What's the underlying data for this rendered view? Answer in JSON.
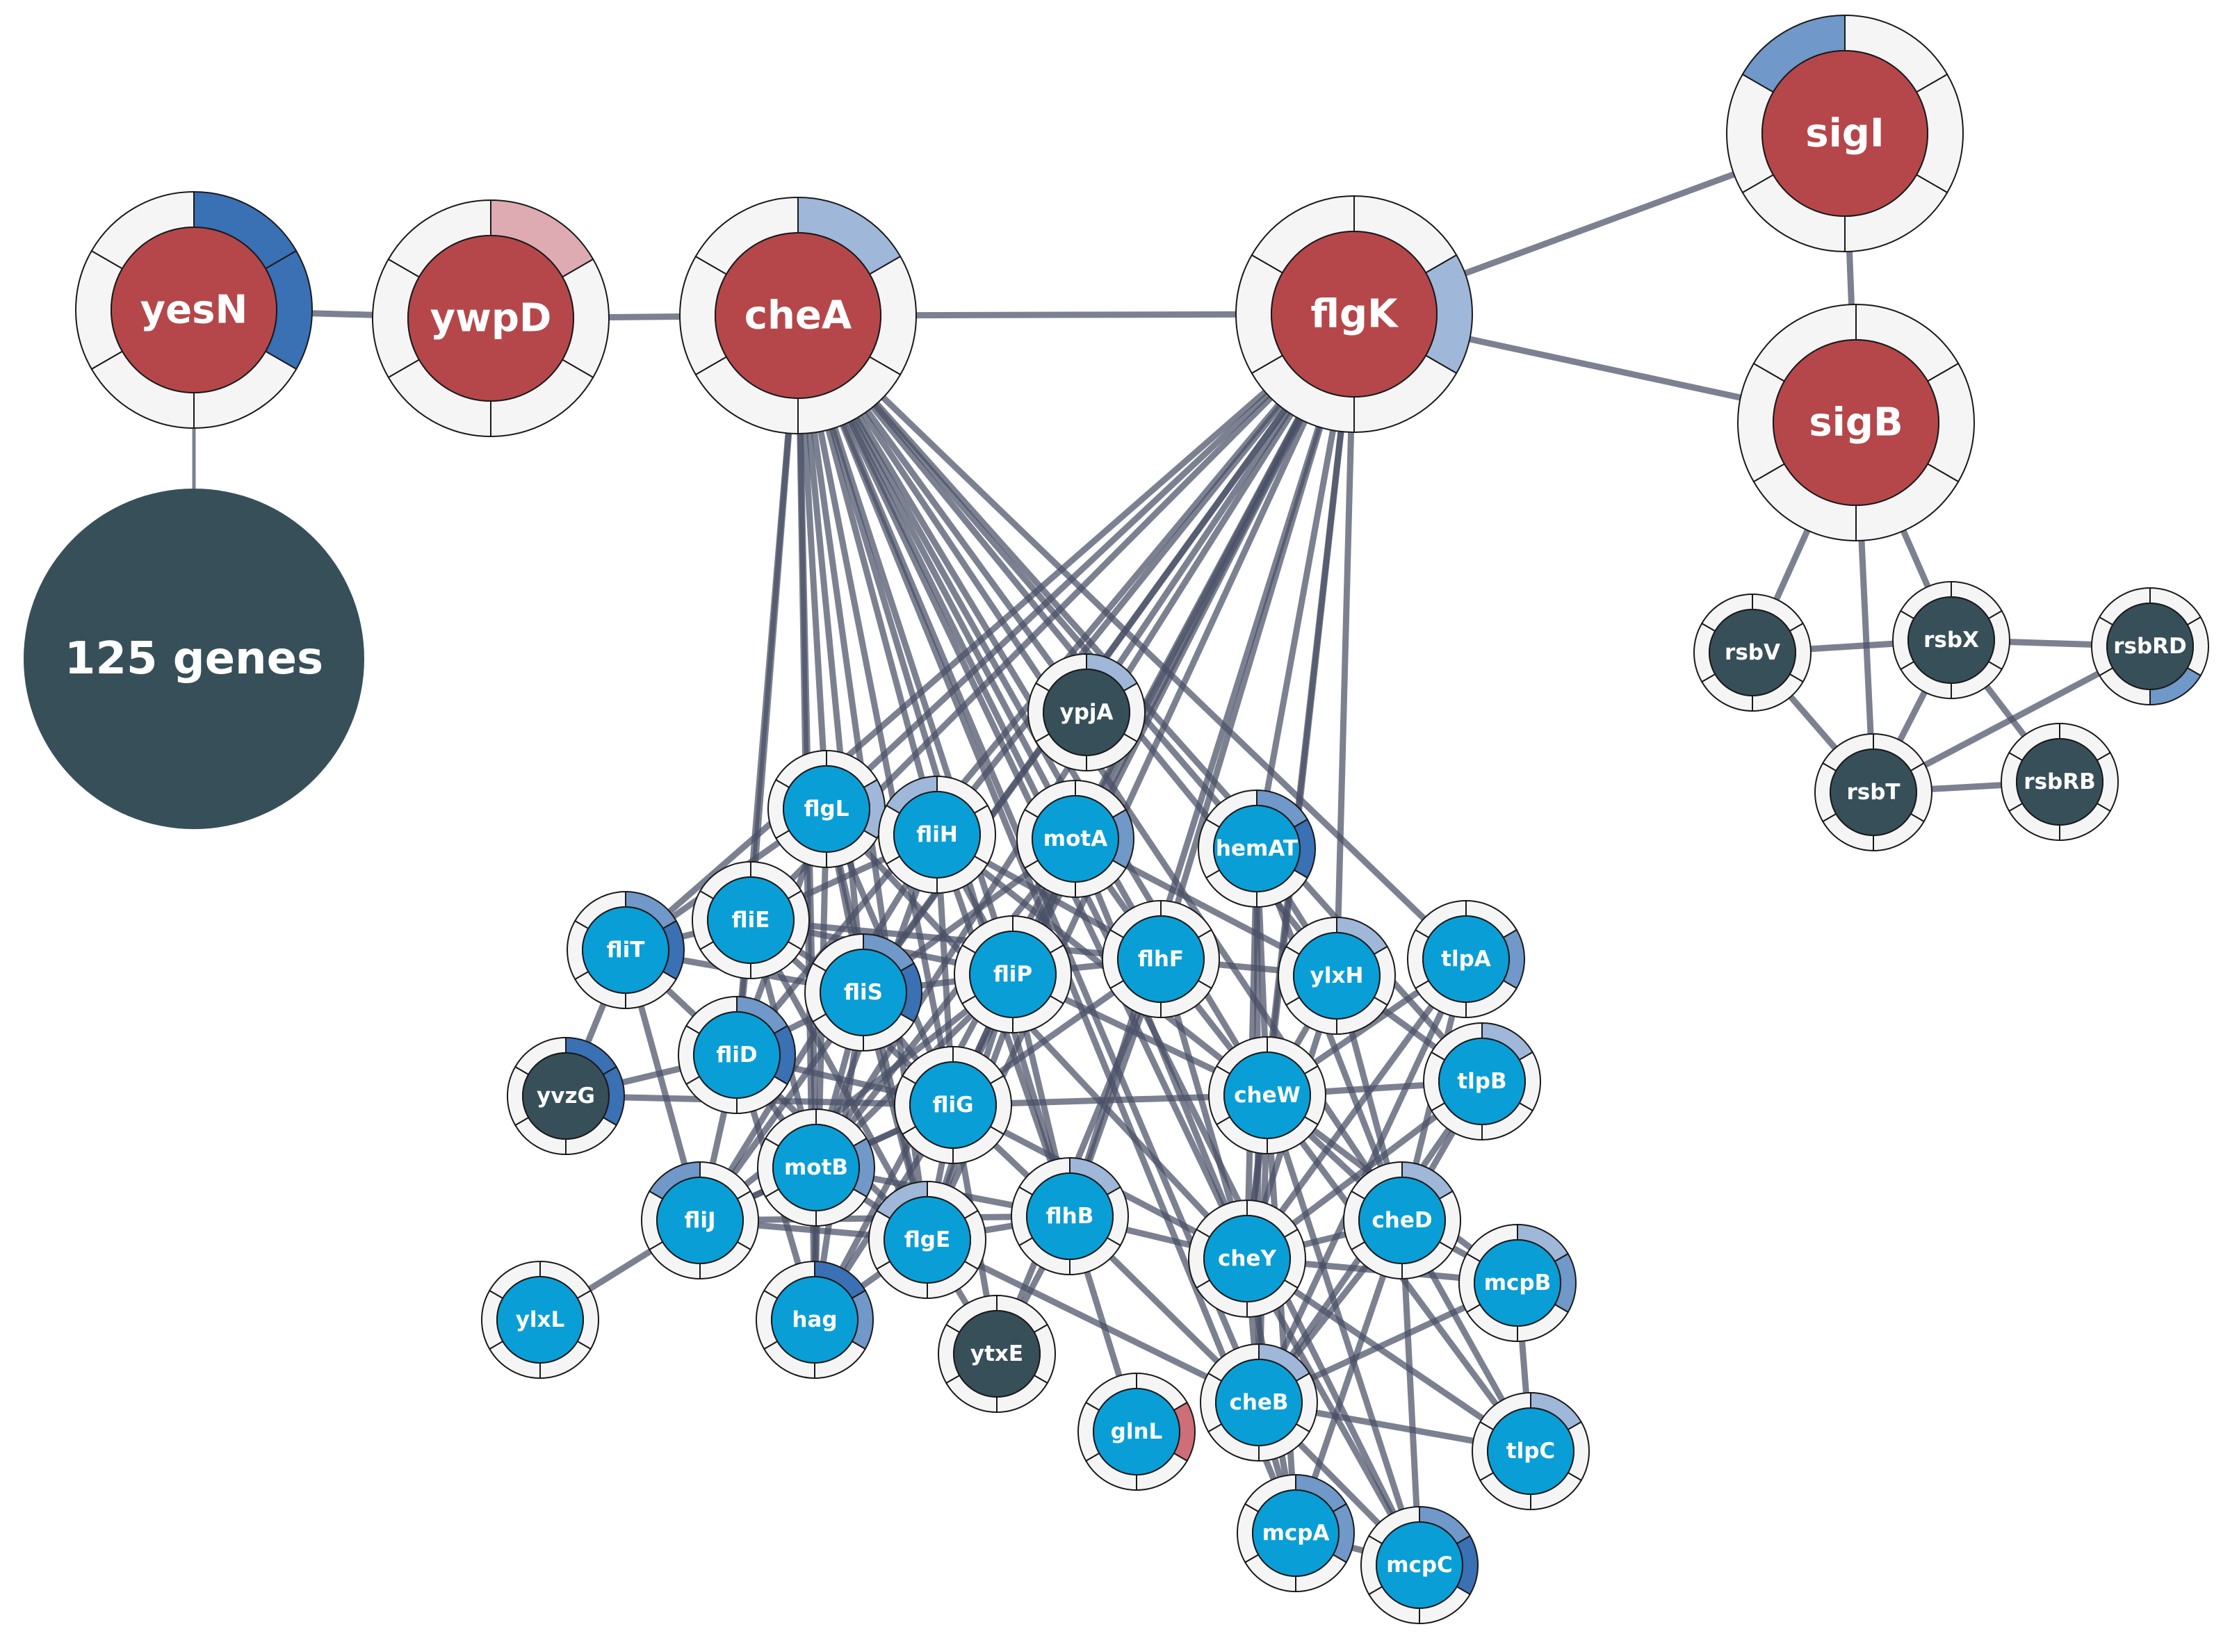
{
  "title": "Gene interaction network",
  "colors": {
    "background": "#ffffff",
    "edge": "#4a5166",
    "ring_empty": "#f5f5f5",
    "node_red": "#b5474a",
    "node_cyan": "#0a9ed6",
    "node_slate": "#374f58",
    "seg_light": "#9fb7d8",
    "seg_mid": "#7098c8",
    "seg_dark": "#3a70b4",
    "seg_pink": "#deabb3",
    "seg_red": "#cd6e78"
  },
  "cluster_node": {
    "id": "125genes",
    "label": "125 genes",
    "color": "node_slate"
  },
  "nodes": [
    {
      "id": "yesN",
      "label": "yesN",
      "color": "node_red",
      "size": "large",
      "segments": [
        "seg_dark",
        "seg_dark",
        null,
        null,
        null,
        null
      ]
    },
    {
      "id": "ywpD",
      "label": "ywpD",
      "color": "node_red",
      "size": "large",
      "segments": [
        "seg_pink",
        null,
        null,
        null,
        null,
        null
      ]
    },
    {
      "id": "cheA",
      "label": "cheA",
      "color": "node_red",
      "size": "large",
      "segments": [
        "seg_light",
        null,
        null,
        null,
        null,
        null
      ]
    },
    {
      "id": "flgK",
      "label": "flgK",
      "color": "node_red",
      "size": "large",
      "segments": [
        null,
        "seg_light",
        null,
        null,
        null,
        null
      ]
    },
    {
      "id": "sigI",
      "label": "sigI",
      "color": "node_red",
      "size": "large",
      "segments": [
        null,
        null,
        null,
        null,
        null,
        "seg_mid"
      ]
    },
    {
      "id": "sigB",
      "label": "sigB",
      "color": "node_red",
      "size": "large",
      "segments": [
        null,
        null,
        null,
        null,
        null,
        null
      ]
    },
    {
      "id": "rsbV",
      "label": "rsbV",
      "color": "node_slate",
      "size": "small",
      "segments": [
        null,
        null,
        null,
        null,
        null,
        null
      ]
    },
    {
      "id": "rsbX",
      "label": "rsbX",
      "color": "node_slate",
      "size": "small",
      "segments": [
        null,
        null,
        null,
        null,
        null,
        null
      ]
    },
    {
      "id": "rsbRD",
      "label": "rsbRD",
      "color": "node_slate",
      "size": "small",
      "segments": [
        null,
        null,
        "seg_mid",
        null,
        null,
        null
      ]
    },
    {
      "id": "rsbT",
      "label": "rsbT",
      "color": "node_slate",
      "size": "small",
      "segments": [
        null,
        null,
        null,
        null,
        null,
        null
      ]
    },
    {
      "id": "rsbRB",
      "label": "rsbRB",
      "color": "node_slate",
      "size": "small",
      "segments": [
        null,
        null,
        null,
        null,
        null,
        null
      ]
    },
    {
      "id": "ypjA",
      "label": "ypjA",
      "color": "node_slate",
      "size": "small",
      "segments": [
        "seg_light",
        null,
        null,
        null,
        null,
        null
      ]
    },
    {
      "id": "flgL",
      "label": "flgL",
      "color": "node_cyan",
      "size": "small",
      "segments": [
        null,
        "seg_light",
        null,
        null,
        null,
        null
      ]
    },
    {
      "id": "fliH",
      "label": "fliH",
      "color": "node_cyan",
      "size": "small",
      "segments": [
        null,
        null,
        null,
        null,
        null,
        "seg_light"
      ]
    },
    {
      "id": "motA",
      "label": "motA",
      "color": "node_cyan",
      "size": "small",
      "segments": [
        null,
        "seg_mid",
        null,
        null,
        null,
        null
      ]
    },
    {
      "id": "hemAT",
      "label": "hemAT",
      "color": "node_cyan",
      "size": "small",
      "segments": [
        "seg_mid",
        "seg_dark",
        null,
        null,
        null,
        null
      ]
    },
    {
      "id": "fliE",
      "label": "fliE",
      "color": "node_cyan",
      "size": "small",
      "segments": [
        null,
        null,
        null,
        null,
        null,
        null
      ]
    },
    {
      "id": "fliT",
      "label": "fliT",
      "color": "node_cyan",
      "size": "small",
      "segments": [
        "seg_mid",
        "seg_dark",
        null,
        null,
        null,
        null
      ]
    },
    {
      "id": "fliS",
      "label": "fliS",
      "color": "node_cyan",
      "size": "small",
      "segments": [
        "seg_mid",
        "seg_dark",
        null,
        null,
        null,
        null
      ]
    },
    {
      "id": "fliP",
      "label": "fliP",
      "color": "node_cyan",
      "size": "small",
      "segments": [
        null,
        null,
        null,
        null,
        null,
        null
      ]
    },
    {
      "id": "flhF",
      "label": "flhF",
      "color": "node_cyan",
      "size": "small",
      "segments": [
        null,
        null,
        null,
        null,
        null,
        null
      ]
    },
    {
      "id": "ylxH",
      "label": "ylxH",
      "color": "node_cyan",
      "size": "small",
      "segments": [
        "seg_light",
        null,
        null,
        null,
        null,
        null
      ]
    },
    {
      "id": "tlpA",
      "label": "tlpA",
      "color": "node_cyan",
      "size": "small",
      "segments": [
        null,
        "seg_mid",
        null,
        null,
        null,
        null
      ]
    },
    {
      "id": "fliD",
      "label": "fliD",
      "color": "node_cyan",
      "size": "small",
      "segments": [
        "seg_mid",
        "seg_dark",
        null,
        null,
        null,
        null
      ]
    },
    {
      "id": "yvzG",
      "label": "yvzG",
      "color": "node_slate",
      "size": "small",
      "segments": [
        "seg_dark",
        "seg_dark",
        null,
        null,
        null,
        null
      ]
    },
    {
      "id": "fliG",
      "label": "fliG",
      "color": "node_cyan",
      "size": "small",
      "segments": [
        null,
        null,
        null,
        null,
        null,
        null
      ]
    },
    {
      "id": "cheW",
      "label": "cheW",
      "color": "node_cyan",
      "size": "small",
      "segments": [
        null,
        null,
        null,
        null,
        null,
        null
      ]
    },
    {
      "id": "tlpB",
      "label": "tlpB",
      "color": "node_cyan",
      "size": "small",
      "segments": [
        "seg_light",
        null,
        null,
        null,
        null,
        null
      ]
    },
    {
      "id": "motB",
      "label": "motB",
      "color": "node_cyan",
      "size": "small",
      "segments": [
        null,
        "seg_mid",
        null,
        null,
        null,
        null
      ]
    },
    {
      "id": "fliJ",
      "label": "fliJ",
      "color": "node_cyan",
      "size": "small",
      "segments": [
        null,
        null,
        null,
        null,
        null,
        "seg_mid"
      ]
    },
    {
      "id": "flgE",
      "label": "flgE",
      "color": "node_cyan",
      "size": "small",
      "segments": [
        null,
        null,
        null,
        null,
        null,
        "seg_light"
      ]
    },
    {
      "id": "flhB",
      "label": "flhB",
      "color": "node_cyan",
      "size": "small",
      "segments": [
        "seg_light",
        null,
        null,
        null,
        null,
        null
      ]
    },
    {
      "id": "cheY",
      "label": "cheY",
      "color": "node_cyan",
      "size": "small",
      "segments": [
        null,
        null,
        null,
        null,
        null,
        null
      ]
    },
    {
      "id": "cheD",
      "label": "cheD",
      "color": "node_cyan",
      "size": "small",
      "segments": [
        "seg_light",
        null,
        null,
        null,
        null,
        null
      ]
    },
    {
      "id": "mcpB",
      "label": "mcpB",
      "color": "node_cyan",
      "size": "small",
      "segments": [
        "seg_light",
        "seg_mid",
        null,
        null,
        null,
        null
      ]
    },
    {
      "id": "ylxL",
      "label": "ylxL",
      "color": "node_cyan",
      "size": "small",
      "segments": [
        null,
        null,
        null,
        null,
        null,
        null
      ]
    },
    {
      "id": "hag",
      "label": "hag",
      "color": "node_cyan",
      "size": "small",
      "segments": [
        "seg_dark",
        "seg_mid",
        null,
        null,
        null,
        null
      ]
    },
    {
      "id": "ytxE",
      "label": "ytxE",
      "color": "node_slate",
      "size": "small",
      "segments": [
        null,
        null,
        null,
        null,
        null,
        null
      ]
    },
    {
      "id": "glnL",
      "label": "glnL",
      "color": "node_cyan",
      "size": "small",
      "segments": [
        null,
        "seg_red",
        null,
        null,
        null,
        null
      ]
    },
    {
      "id": "cheB",
      "label": "cheB",
      "color": "node_cyan",
      "size": "small",
      "segments": [
        "seg_light",
        null,
        null,
        null,
        null,
        null
      ]
    },
    {
      "id": "tlpC",
      "label": "tlpC",
      "color": "node_cyan",
      "size": "small",
      "segments": [
        "seg_light",
        null,
        null,
        null,
        null,
        null
      ]
    },
    {
      "id": "mcpA",
      "label": "mcpA",
      "color": "node_cyan",
      "size": "small",
      "segments": [
        "seg_mid",
        "seg_mid",
        null,
        null,
        null,
        null
      ]
    },
    {
      "id": "mcpC",
      "label": "mcpC",
      "color": "node_cyan",
      "size": "small",
      "segments": [
        "seg_mid",
        "seg_dark",
        null,
        null,
        null,
        null
      ]
    }
  ],
  "edges": [
    [
      "yesN",
      "125genes"
    ],
    [
      "yesN",
      "ywpD"
    ],
    [
      "ywpD",
      "cheA"
    ],
    [
      "cheA",
      "flgK"
    ],
    [
      "flgK",
      "sigI"
    ],
    [
      "flgK",
      "sigB"
    ],
    [
      "sigI",
      "sigB"
    ],
    [
      "sigB",
      "rsbV"
    ],
    [
      "sigB",
      "rsbT"
    ],
    [
      "sigB",
      "rsbX"
    ],
    [
      "rsbV",
      "rsbX"
    ],
    [
      "rsbV",
      "rsbT"
    ],
    [
      "rsbX",
      "rsbT"
    ],
    [
      "rsbX",
      "rsbRD"
    ],
    [
      "rsbX",
      "rsbRB"
    ],
    [
      "rsbRD",
      "rsbT"
    ],
    [
      "rsbT",
      "rsbRB"
    ],
    [
      "cheA",
      "fliE"
    ],
    [
      "cheA",
      "flgL"
    ],
    [
      "cheA",
      "fliH"
    ],
    [
      "cheA",
      "motA"
    ],
    [
      "cheA",
      "fliS"
    ],
    [
      "cheA",
      "fliP"
    ],
    [
      "cheA",
      "flhF"
    ],
    [
      "cheA",
      "fliG"
    ],
    [
      "cheA",
      "motB"
    ],
    [
      "cheA",
      "flgE"
    ],
    [
      "cheA",
      "flhB"
    ],
    [
      "cheA",
      "cheW"
    ],
    [
      "cheA",
      "cheY"
    ],
    [
      "cheA",
      "cheB"
    ],
    [
      "cheA",
      "cheD"
    ],
    [
      "cheA",
      "tlpA"
    ],
    [
      "cheA",
      "hemAT"
    ],
    [
      "cheA",
      "ylxH"
    ],
    [
      "cheA",
      "mcpA"
    ],
    [
      "cheA",
      "mcpC"
    ],
    [
      "cheA",
      "fliD"
    ],
    [
      "cheA",
      "hag"
    ],
    [
      "cheA",
      "ypjA"
    ],
    [
      "cheA",
      "tlpB"
    ],
    [
      "flgK",
      "fliT"
    ],
    [
      "flgK",
      "fliE"
    ],
    [
      "flgK",
      "flgL"
    ],
    [
      "flgK",
      "fliH"
    ],
    [
      "flgK",
      "motA"
    ],
    [
      "flgK",
      "fliS"
    ],
    [
      "flgK",
      "fliP"
    ],
    [
      "flgK",
      "flhF"
    ],
    [
      "flgK",
      "fliD"
    ],
    [
      "flgK",
      "fliG"
    ],
    [
      "flgK",
      "motB"
    ],
    [
      "flgK",
      "flgE"
    ],
    [
      "flgK",
      "hag"
    ],
    [
      "flgK",
      "fliJ"
    ],
    [
      "flgK",
      "flhB"
    ],
    [
      "flgK",
      "cheW"
    ],
    [
      "flgK",
      "hemAT"
    ],
    [
      "flgK",
      "ypjA"
    ],
    [
      "flgK",
      "cheY"
    ],
    [
      "flgK",
      "ylxH"
    ],
    [
      "fliT",
      "fliE"
    ],
    [
      "fliT",
      "fliD"
    ],
    [
      "fliT",
      "fliJ"
    ],
    [
      "fliT",
      "flgL"
    ],
    [
      "fliT",
      "yvzG"
    ],
    [
      "fliT",
      "fliS"
    ],
    [
      "yvzG",
      "fliD"
    ],
    [
      "yvzG",
      "fliG"
    ],
    [
      "ylxL",
      "fliJ"
    ],
    [
      "fliE",
      "fliS"
    ],
    [
      "fliE",
      "fliP"
    ],
    [
      "fliE",
      "fliG"
    ],
    [
      "fliE",
      "flhF"
    ],
    [
      "fliE",
      "fliD"
    ],
    [
      "fliE",
      "flgE"
    ],
    [
      "fliE",
      "motB"
    ],
    [
      "fliE",
      "fliH"
    ],
    [
      "flgL",
      "fliS"
    ],
    [
      "flgL",
      "fliD"
    ],
    [
      "flgL",
      "flgE"
    ],
    [
      "flgL",
      "hag"
    ],
    [
      "flgL",
      "fliG"
    ],
    [
      "flgL",
      "cheY"
    ],
    [
      "fliH",
      "fliP"
    ],
    [
      "fliH",
      "fliG"
    ],
    [
      "fliH",
      "flhB"
    ],
    [
      "fliH",
      "fliJ"
    ],
    [
      "fliH",
      "flhF"
    ],
    [
      "fliH",
      "motB"
    ],
    [
      "fliH",
      "cheW"
    ],
    [
      "motA",
      "motB"
    ],
    [
      "motA",
      "fliG"
    ],
    [
      "motA",
      "flhF"
    ],
    [
      "motA",
      "cheY"
    ],
    [
      "motA",
      "fliS"
    ],
    [
      "motA",
      "ylxH"
    ],
    [
      "motA",
      "flgE"
    ],
    [
      "fliS",
      "fliD"
    ],
    [
      "fliS",
      "fliG"
    ],
    [
      "fliS",
      "hag"
    ],
    [
      "fliS",
      "flgE"
    ],
    [
      "fliS",
      "fliP"
    ],
    [
      "fliS",
      "motB"
    ],
    [
      "fliP",
      "fliG"
    ],
    [
      "fliP",
      "flhB"
    ],
    [
      "fliP",
      "flhF"
    ],
    [
      "fliP",
      "fliJ"
    ],
    [
      "fliP",
      "motB"
    ],
    [
      "fliP",
      "cheW"
    ],
    [
      "fliP",
      "flgE"
    ],
    [
      "flhF",
      "flhB"
    ],
    [
      "flhF",
      "ylxH"
    ],
    [
      "flhF",
      "fliG"
    ],
    [
      "flhF",
      "cheY"
    ],
    [
      "flhF",
      "cheW"
    ],
    [
      "flhF",
      "ytxE"
    ],
    [
      "fliD",
      "hag"
    ],
    [
      "fliD",
      "flgE"
    ],
    [
      "fliD",
      "fliJ"
    ],
    [
      "fliD",
      "motB"
    ],
    [
      "fliD",
      "fliG"
    ],
    [
      "fliG",
      "motB"
    ],
    [
      "fliG",
      "flhB"
    ],
    [
      "fliG",
      "flgE"
    ],
    [
      "fliG",
      "fliJ"
    ],
    [
      "fliG",
      "cheY"
    ],
    [
      "fliG",
      "cheW"
    ],
    [
      "fliG",
      "ytxE"
    ],
    [
      "fliG",
      "hag"
    ],
    [
      "motB",
      "flgE"
    ],
    [
      "motB",
      "hag"
    ],
    [
      "motB",
      "fliJ"
    ],
    [
      "motB",
      "flhB"
    ],
    [
      "fliJ",
      "flhB"
    ],
    [
      "fliJ",
      "flgE"
    ],
    [
      "flgE",
      "hag"
    ],
    [
      "flgE",
      "flhB"
    ],
    [
      "flgE",
      "ytxE"
    ],
    [
      "flgE",
      "cheB"
    ],
    [
      "flhB",
      "glnL"
    ],
    [
      "flhB",
      "cheY"
    ],
    [
      "flhB",
      "cheB"
    ],
    [
      "flhB",
      "ytxE"
    ],
    [
      "hemAT",
      "cheW"
    ],
    [
      "hemAT",
      "cheY"
    ],
    [
      "hemAT",
      "cheB"
    ],
    [
      "hemAT",
      "cheD"
    ],
    [
      "hemAT",
      "ylxH"
    ],
    [
      "ylxH",
      "cheW"
    ],
    [
      "ylxH",
      "cheY"
    ],
    [
      "ylxH",
      "tlpB"
    ],
    [
      "ylxH",
      "cheD"
    ],
    [
      "tlpA",
      "cheW"
    ],
    [
      "tlpA",
      "cheY"
    ],
    [
      "tlpA",
      "cheB"
    ],
    [
      "tlpA",
      "cheD"
    ],
    [
      "tlpB",
      "cheW"
    ],
    [
      "tlpB",
      "cheY"
    ],
    [
      "tlpB",
      "cheB"
    ],
    [
      "tlpB",
      "cheD"
    ],
    [
      "cheW",
      "cheY"
    ],
    [
      "cheW",
      "cheB"
    ],
    [
      "cheW",
      "cheD"
    ],
    [
      "cheW",
      "mcpA"
    ],
    [
      "cheW",
      "mcpB"
    ],
    [
      "cheW",
      "mcpC"
    ],
    [
      "cheW",
      "tlpC"
    ],
    [
      "cheY",
      "cheB"
    ],
    [
      "cheY",
      "cheD"
    ],
    [
      "cheY",
      "mcpA"
    ],
    [
      "cheY",
      "mcpB"
    ],
    [
      "cheY",
      "mcpC"
    ],
    [
      "cheY",
      "tlpC"
    ],
    [
      "cheD",
      "cheB"
    ],
    [
      "cheD",
      "mcpB"
    ],
    [
      "cheD",
      "mcpA"
    ],
    [
      "cheD",
      "mcpC"
    ],
    [
      "cheD",
      "tlpC"
    ],
    [
      "cheB",
      "mcpA"
    ],
    [
      "cheB",
      "mcpB"
    ],
    [
      "cheB",
      "mcpC"
    ],
    [
      "cheB",
      "tlpC"
    ],
    [
      "mcpA",
      "mcpC"
    ],
    [
      "mcpB",
      "tlpC"
    ]
  ]
}
